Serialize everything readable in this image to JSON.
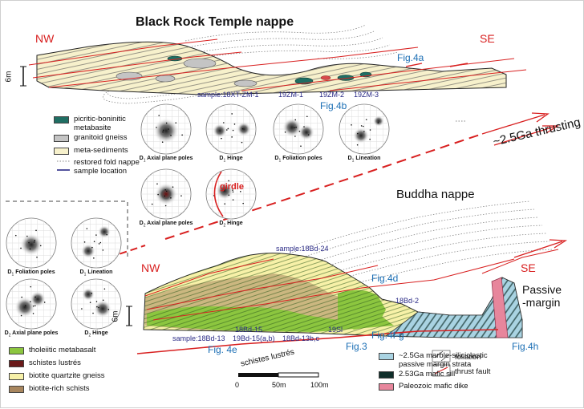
{
  "titles": {
    "upper": "Black Rock Temple nappe",
    "lower": "Buddha nappe",
    "thrusting": "~2.5Ga thrusting",
    "passive_1": "Passive",
    "passive_2": "-margin"
  },
  "directions": {
    "upper_left": "NW",
    "upper_right": "SE",
    "lower_left": "NW",
    "lower_right": "SE"
  },
  "scale": {
    "vertical": "6m",
    "zero": "0",
    "mid": "50m",
    "end": "100m"
  },
  "figure_refs": {
    "fig4a": "Fig.4a",
    "fig4b": "Fig.4b",
    "fig4d": "Fig.4d",
    "fig4e": "Fig. 4e",
    "fig4fg": "Fig.4f-g",
    "fig3": "Fig.3",
    "fig4h": "Fig.4h"
  },
  "samples_upper": {
    "s1": "sample:18XT-ZM-1",
    "s2": "19ZM-1",
    "s3": "19ZM-2",
    "s4": "19ZM-3"
  },
  "samples_lower": {
    "s1": "sample:18Bd-24",
    "s2": "18Bd-2",
    "s3": "sample:18Bd-13",
    "s4": "18Bd-15",
    "s5": "19Bd-15(a,b)",
    "s6": "18Bd-13b,c",
    "s7": "19Sl"
  },
  "schistes_label": "schistes lustrés",
  "legend_upper": [
    {
      "label": "picritic-boninitic",
      "label2": "metabasite",
      "color": "#1f6e63"
    },
    {
      "label": "granitoid gneiss",
      "color": "#c4c4c4"
    },
    {
      "label": "meta-sediments",
      "color": "#f7f1cc"
    },
    {
      "label": "restored fold nappe",
      "color": "none"
    },
    {
      "label": "sample location",
      "color": "none"
    }
  ],
  "legend_lower_left": [
    {
      "label": "tholeiitic metabasalt",
      "color": "#8cc63f"
    },
    {
      "label": "schistes lustrés",
      "color": "#6b1a1a"
    },
    {
      "label": "biotite quartzite gneiss",
      "color": "#f7f1a8"
    },
    {
      "label": "biotite-rich schists",
      "color": "#a8865e"
    }
  ],
  "legend_lower_right": [
    {
      "label": "~2.5Ga marble-siliciclastic",
      "label2": "passive margin strata",
      "color": "#a9d3e2"
    },
    {
      "label": "2.53Ga mafic sill",
      "color": "#0f2e2a"
    },
    {
      "label": "Paleozoic mafic dike",
      "color": "#e7869c"
    },
    {
      "label": "foliation"
    },
    {
      "label": "thrust fault"
    }
  ],
  "stereonets_upper": [
    {
      "sub": "1",
      "rest": "Axial plane poles"
    },
    {
      "sub": "1",
      "rest": "Hinge"
    },
    {
      "sub": "1",
      "rest": "Foliation poles"
    },
    {
      "sub": "1",
      "rest": "Lineation"
    },
    {
      "sub": "2",
      "rest": "Axial plane poles"
    },
    {
      "sub": "2",
      "rest": "Hinge"
    }
  ],
  "stereonets_lower": [
    {
      "sub": "1",
      "rest": "Foliation poles"
    },
    {
      "sub": "1",
      "rest": "Lineation"
    },
    {
      "sub": "2",
      "rest": "Axial plane poles"
    },
    {
      "sub": "2",
      "rest": "Hinge"
    }
  ],
  "girdle": "girdle"
}
